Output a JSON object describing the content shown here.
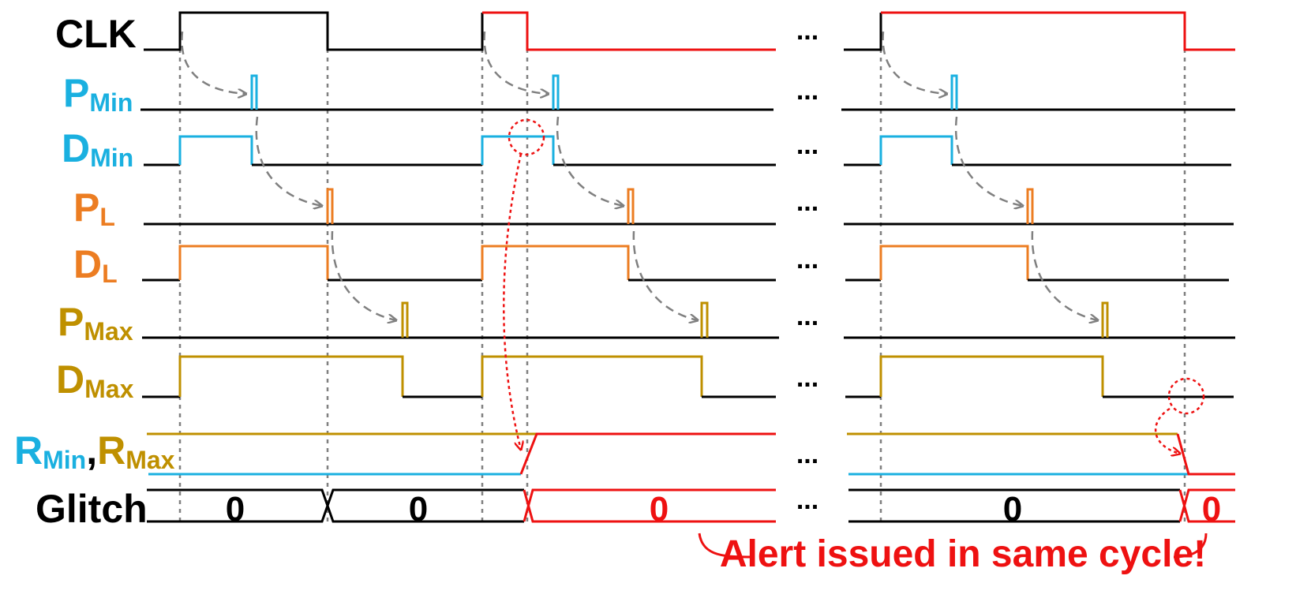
{
  "colors": {
    "black": "#000000",
    "red": "#ee1111",
    "blue": "#1ab0e0",
    "orange": "#ec7d22",
    "gold": "#bf9000",
    "gray": "#808080"
  },
  "labels": {
    "clk": "CLK",
    "pmin": {
      "main": "P",
      "sub": "Min"
    },
    "dmin": {
      "main": "D",
      "sub": "Min"
    },
    "pl": {
      "main": "P",
      "sub": "L"
    },
    "dl": {
      "main": "D",
      "sub": "L"
    },
    "pmax": {
      "main": "P",
      "sub": "Max"
    },
    "dmax": {
      "main": "D",
      "sub": "Max"
    },
    "r": {
      "main1": "R",
      "sub1": "Min",
      "comma": ",",
      "main2": "R",
      "sub2": "Max"
    },
    "glitch": "Glitch"
  },
  "ellipsis": "...",
  "glitch_values": [
    "0",
    "0",
    "0",
    "0",
    "0"
  ],
  "annotation": "Alert issued in same cycle!"
}
